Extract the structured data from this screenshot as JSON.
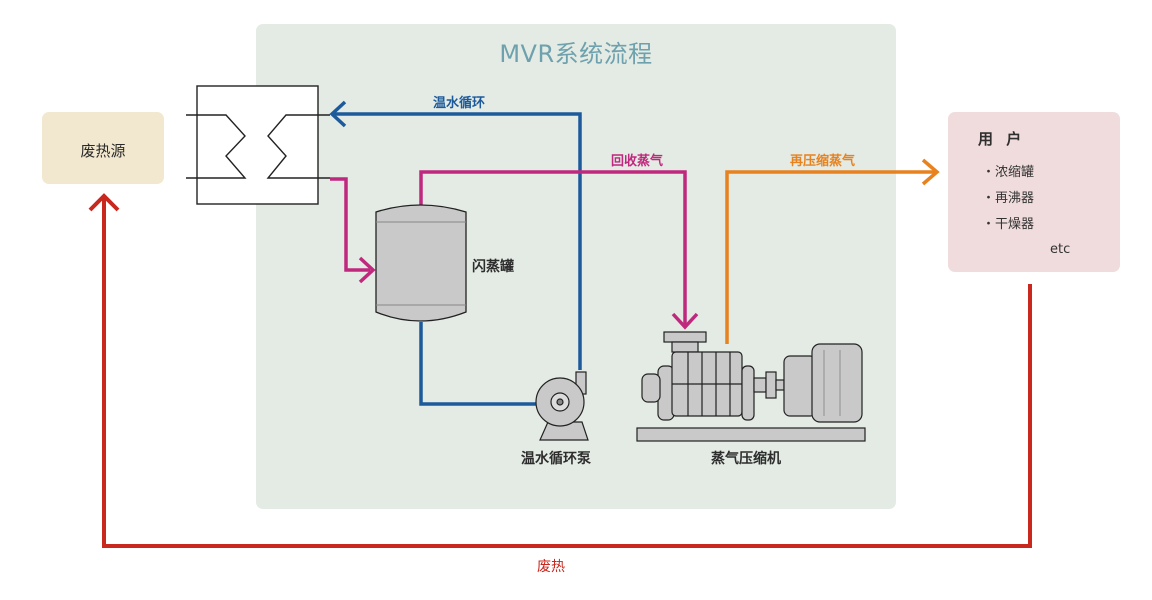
{
  "title": "MVR系统流程",
  "waste_heat_source": "废热源",
  "user": {
    "title": "用 户",
    "items": [
      "浓缩罐",
      "再沸器",
      "干燥器"
    ],
    "etc": "etc"
  },
  "flows": {
    "warm_water_loop": "温水循环",
    "recovered_steam": "回收蒸气",
    "recompressed_steam": "再压缩蒸气",
    "waste_heat": "废热"
  },
  "equipment": {
    "flash_tank": "闪蒸罐",
    "circulation_pump": "温水循环泵",
    "steam_compressor": "蒸气压缩机"
  },
  "colors": {
    "blue": "#1d5a9c",
    "magenta": "#c0287e",
    "orange": "#e8821e",
    "red": "#c8281e",
    "panel": "#e3ebe4",
    "source_box": "#f2e8cf",
    "user_box": "#f0dcdc"
  }
}
